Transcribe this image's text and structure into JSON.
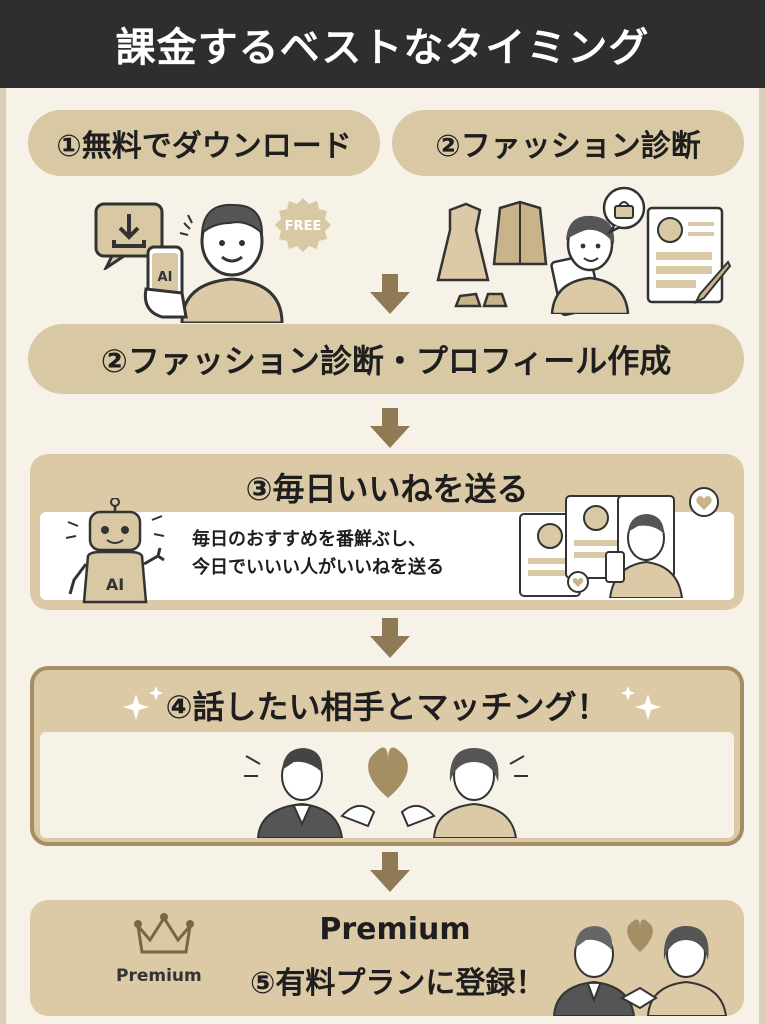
{
  "header": {
    "title": "課金するベストなタイミング"
  },
  "step1": {
    "label": "①無料でダウンロード",
    "badge": "FREE",
    "phone_text": "AI"
  },
  "step2_top": {
    "label": "②ファッション診断"
  },
  "step2": {
    "label": "②ファッション診断・プロフィール作成"
  },
  "step3": {
    "title": "③毎日いいねを送る",
    "robot_text": "AI",
    "desc_line1": "毎日のおすすめを番鮮ぶし、",
    "desc_line2": "今日でいいい人がいいねを送る"
  },
  "step4": {
    "title": "④話したい相手とマッチング！"
  },
  "step5": {
    "premium_title": "Premium",
    "label": "⑤有料プランに登録！",
    "crown_text": "Premium"
  },
  "colors": {
    "header_bg": "#2e2e2e",
    "pill_bg": "#d8c8a4",
    "arrow": "#8f7a55",
    "card_bg": "#dccaa6"
  }
}
